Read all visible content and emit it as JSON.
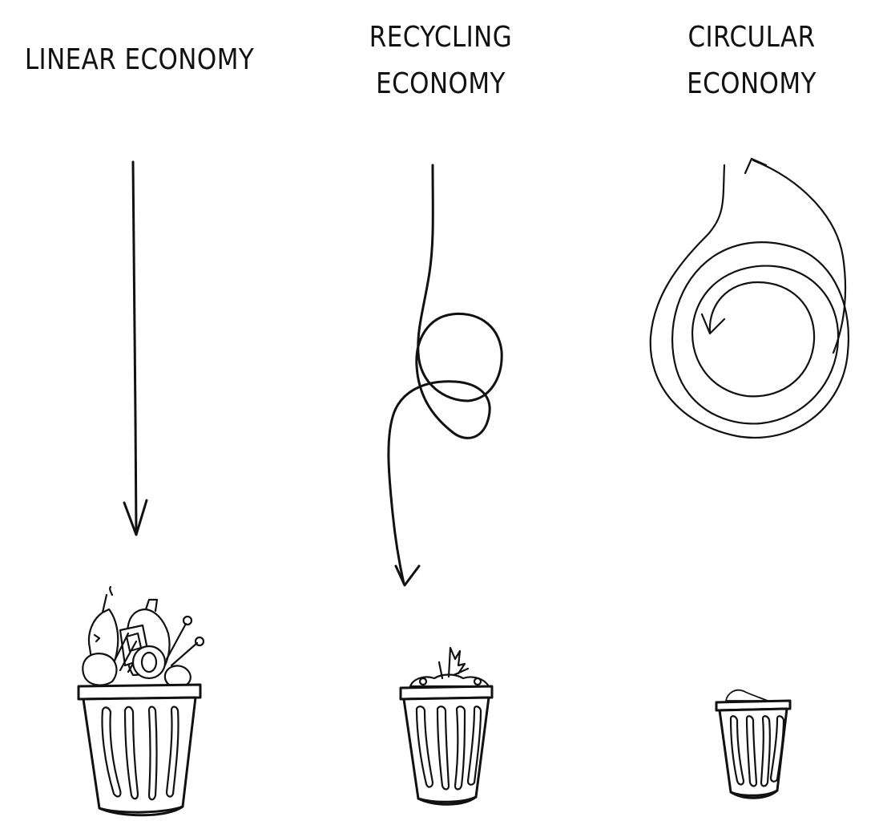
{
  "columns": [
    {
      "id": "linear",
      "title_lines": [
        "LINEAR ECONOMY"
      ]
    },
    {
      "id": "recycling",
      "title_lines": [
        "RECYCLING",
        "ECONOMY"
      ]
    },
    {
      "id": "circular",
      "title_lines": [
        "CIRCULAR",
        "ECONOMY"
      ]
    }
  ],
  "colors": {
    "ink": "#111111",
    "background": "#ffffff"
  },
  "icons": [
    "straight-arrow-icon",
    "looped-arrow-icon",
    "spiral-arrow-icon",
    "full-trash-bin-icon",
    "half-trash-bin-icon",
    "empty-trash-bin-icon"
  ]
}
